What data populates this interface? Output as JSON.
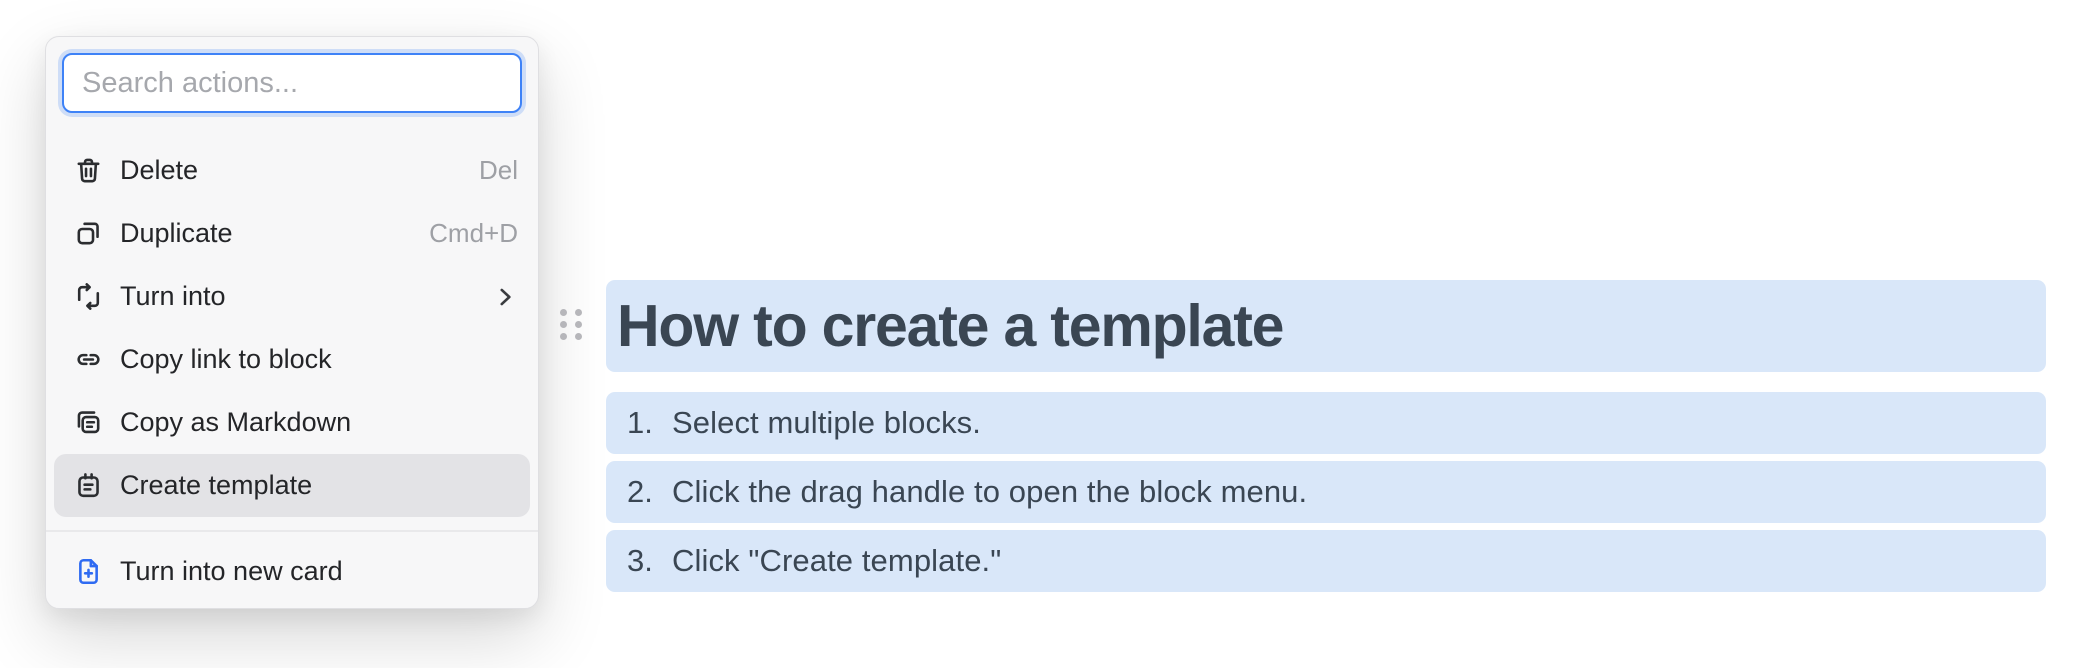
{
  "menu": {
    "search": {
      "placeholder": "Search actions...",
      "value": ""
    },
    "items": [
      {
        "label": "Delete",
        "shortcut": "Del",
        "icon": "trash-icon"
      },
      {
        "label": "Duplicate",
        "shortcut": "Cmd+D",
        "icon": "duplicate-icon"
      },
      {
        "label": "Turn into",
        "submenu": true,
        "icon": "turn-into-icon"
      },
      {
        "label": "Copy link to block",
        "icon": "link-icon"
      },
      {
        "label": "Copy as Markdown",
        "icon": "copy-markdown-icon"
      },
      {
        "label": "Create template",
        "highlighted": true,
        "icon": "template-icon"
      },
      {
        "label": "Turn into new card",
        "accent": true,
        "icon": "new-card-icon"
      }
    ]
  },
  "content": {
    "heading": "How to create a template",
    "list_items": [
      {
        "number": "1.",
        "text": "Select multiple blocks."
      },
      {
        "number": "2.",
        "text": "Click the drag handle to open the block menu."
      },
      {
        "number": "3.",
        "text": "Click \"Create template.\""
      }
    ]
  },
  "colors": {
    "accent": "#2F6BF2",
    "focus_ring": "#3E82F7",
    "selection": "#D9E7F9",
    "text_dark": "#3A4653",
    "menu_bg": "#F7F7F8",
    "menu_text": "#242528",
    "muted": "#9EA0A5",
    "row_highlight": "#E3E3E6"
  }
}
